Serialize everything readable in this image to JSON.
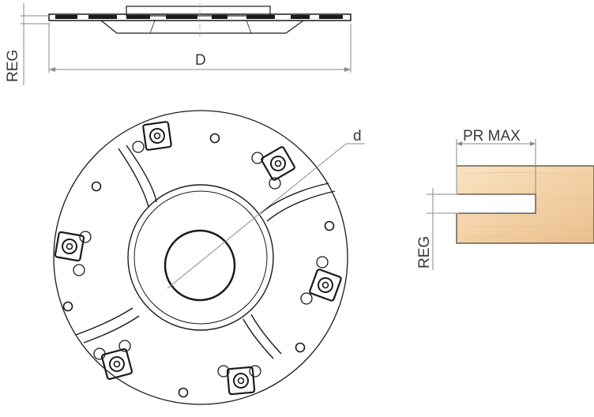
{
  "labels": {
    "reg_top": "REG",
    "diameter": "D",
    "bore": "d",
    "pr_max": "PR MAX",
    "reg_profile": "REG"
  },
  "colors": {
    "ink": "#1a1a1a",
    "dimension": "#8a8a8a",
    "wood_light": "#f7dcb8",
    "wood_dark": "#e9c18f",
    "paper": "#ffffff"
  }
}
